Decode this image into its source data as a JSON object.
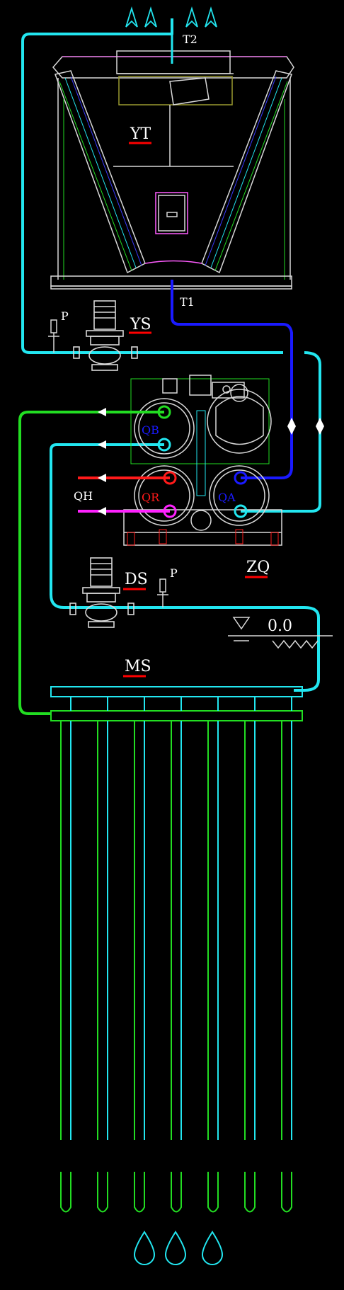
{
  "labels": {
    "yt": "YT",
    "ys": "YS",
    "ds": "DS",
    "zq": "ZQ",
    "ms": "MS",
    "t1": "T1",
    "t2": "T2",
    "p_top": "P",
    "p_bottom": "P",
    "qh": "QH",
    "qb": "QB",
    "qr": "QR",
    "qa": "QA",
    "level": "0.0"
  },
  "colors": {
    "background": "#000000",
    "cooling_loop": "#22e6f0",
    "ground_loop": "#22dd22",
    "tower_return": "#1a1aff",
    "hot_supply": "#ff1a1a",
    "hot_return": "#ff22ff",
    "equipment": "#d8d8d8",
    "label_underline": "#ff0000"
  },
  "icons": {
    "exhaust": "upward-arrow-icon",
    "drip": "water-drop-icon"
  }
}
